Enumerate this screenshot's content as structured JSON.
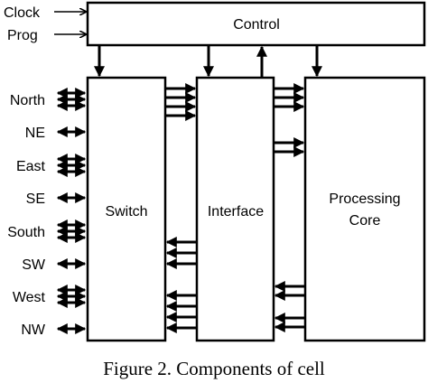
{
  "inputs": {
    "clock": "Clock",
    "prog": "Prog"
  },
  "blocks": {
    "control": "Control",
    "switch": "Switch",
    "interface": "Interface",
    "core_line1": "Processing",
    "core_line2": "Core"
  },
  "directions": [
    "North",
    "NE",
    "East",
    "SE",
    "South",
    "SW",
    "West",
    "NW"
  ],
  "caption": "Figure 2. Components of cell"
}
